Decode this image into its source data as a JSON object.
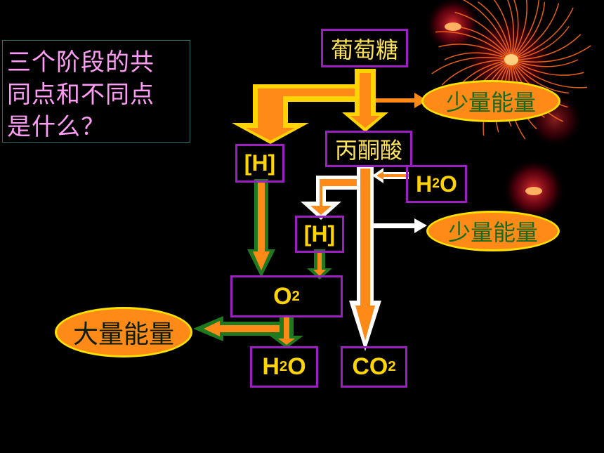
{
  "question": {
    "line1": "三个阶段的共",
    "line2": "同点和不同点",
    "line3": "是什么？"
  },
  "nodes": {
    "glucose": "葡萄糖",
    "pyruvate": "丙酮酸",
    "h1": "[H]",
    "h2": "[H]",
    "water_in_main": "H",
    "water_in_sub": "2",
    "water_in_tail": "O",
    "oxygen_main": "O",
    "oxygen_sub": "2",
    "water_out_main": "H",
    "water_out_sub": "2",
    "water_out_tail": "O",
    "co2_main": "CO",
    "co2_sub": "2"
  },
  "energy": {
    "small1": "少量能量",
    "small2": "少量能量",
    "large": "大量能量"
  },
  "colors": {
    "background": "#000000",
    "box_border": "#9b1fc0",
    "node_text": "#ffd400",
    "arrow_orange": "#ff8a18",
    "arrow_yellow": "#ffd400",
    "arrow_green": "#1f7a1f",
    "arrow_white": "#ffffff",
    "question_text": "#ff9cf5"
  }
}
